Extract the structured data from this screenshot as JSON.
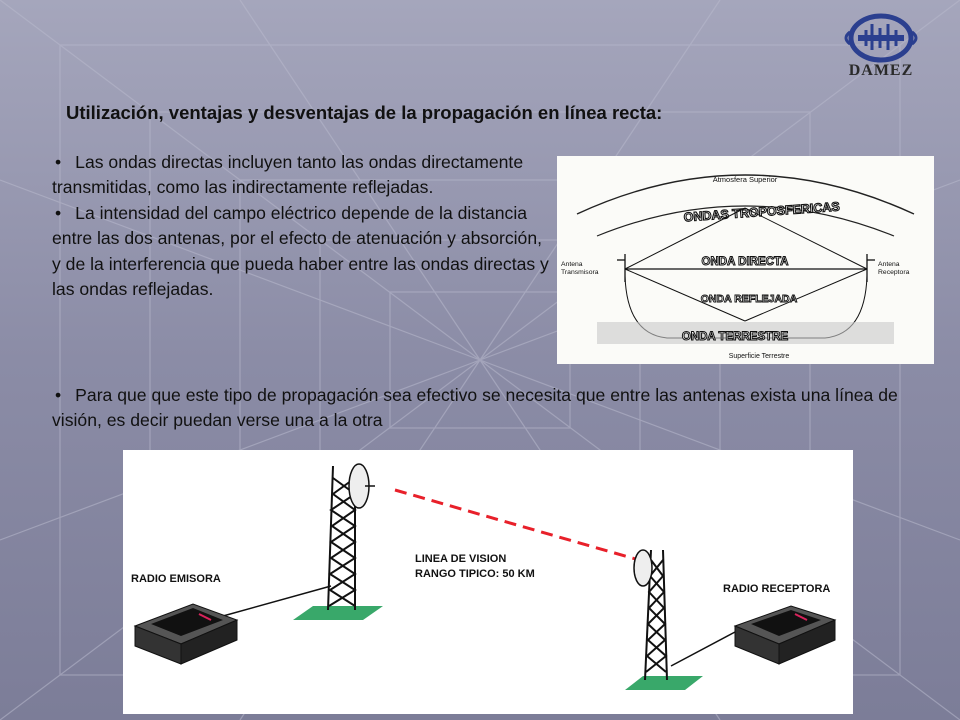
{
  "logo": {
    "text": "DAMEZ"
  },
  "title": "Utilización, ventajas y desventajas de la propagación en línea recta:",
  "bullets": [
    "Las ondas directas incluyen tanto las ondas directamente transmitidas, como las indirectamente reflejadas.",
    "La intensidad del campo eléctrico depende de la distancia entre las dos antenas, por el efecto de atenuación y absorción, y de la interferencia que pueda haber entre las ondas directas y las ondas reflejadas.",
    "Para que  que este tipo de propagación sea efectivo se necesita que entre las antenas exista una línea de visión, es decir puedan verse una a la otra"
  ],
  "bullet_symbol": "•",
  "diagram_top": {
    "atmosphere": "Atmosfera Superior",
    "tropospheric": "ONDAS TROPOSFERICAS",
    "direct": "ONDA DIRECTA",
    "reflected": "ONDA REFLEJADA",
    "ground": "ONDA TERRESTRE",
    "surface": "Superficie Terrestre",
    "tx_line1": "Antena",
    "tx_line2": "Transmisora",
    "rx_line1": "Antena",
    "rx_line2": "Receptora"
  },
  "diagram_bottom": {
    "emitter": "RADIO EMISORA",
    "receiver": "RADIO RECEPTORA",
    "los_line1": "LINEA DE VISION",
    "los_line2": "RANGO TIPICO: 50 KM"
  },
  "colors": {
    "background": "#8f90a8",
    "los_line": "#e8202a",
    "base_plate": "#39a86a",
    "logo_blue": "#2b3f8f"
  }
}
